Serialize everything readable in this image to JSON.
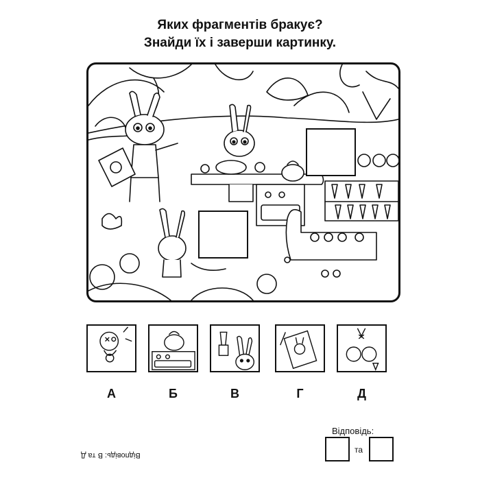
{
  "header": {
    "line1": "Яких фрагментів бракує?",
    "line2": "Знайди їх і заверши картинку."
  },
  "scene": {
    "missing_slots": 2
  },
  "fragments": [
    {
      "label": "А",
      "icon": "bunny-face-icon"
    },
    {
      "label": "Б",
      "icon": "kettle-stove-icon"
    },
    {
      "label": "В",
      "icon": "blender-bunny-icon"
    },
    {
      "label": "Г",
      "icon": "bunny-picture-icon"
    },
    {
      "label": "Д",
      "icon": "cabbage-carrot-icon"
    }
  ],
  "answer": {
    "label": "Відповідь:",
    "and_word": "та"
  },
  "upside_down_answer": "Відповідь: В та Д"
}
